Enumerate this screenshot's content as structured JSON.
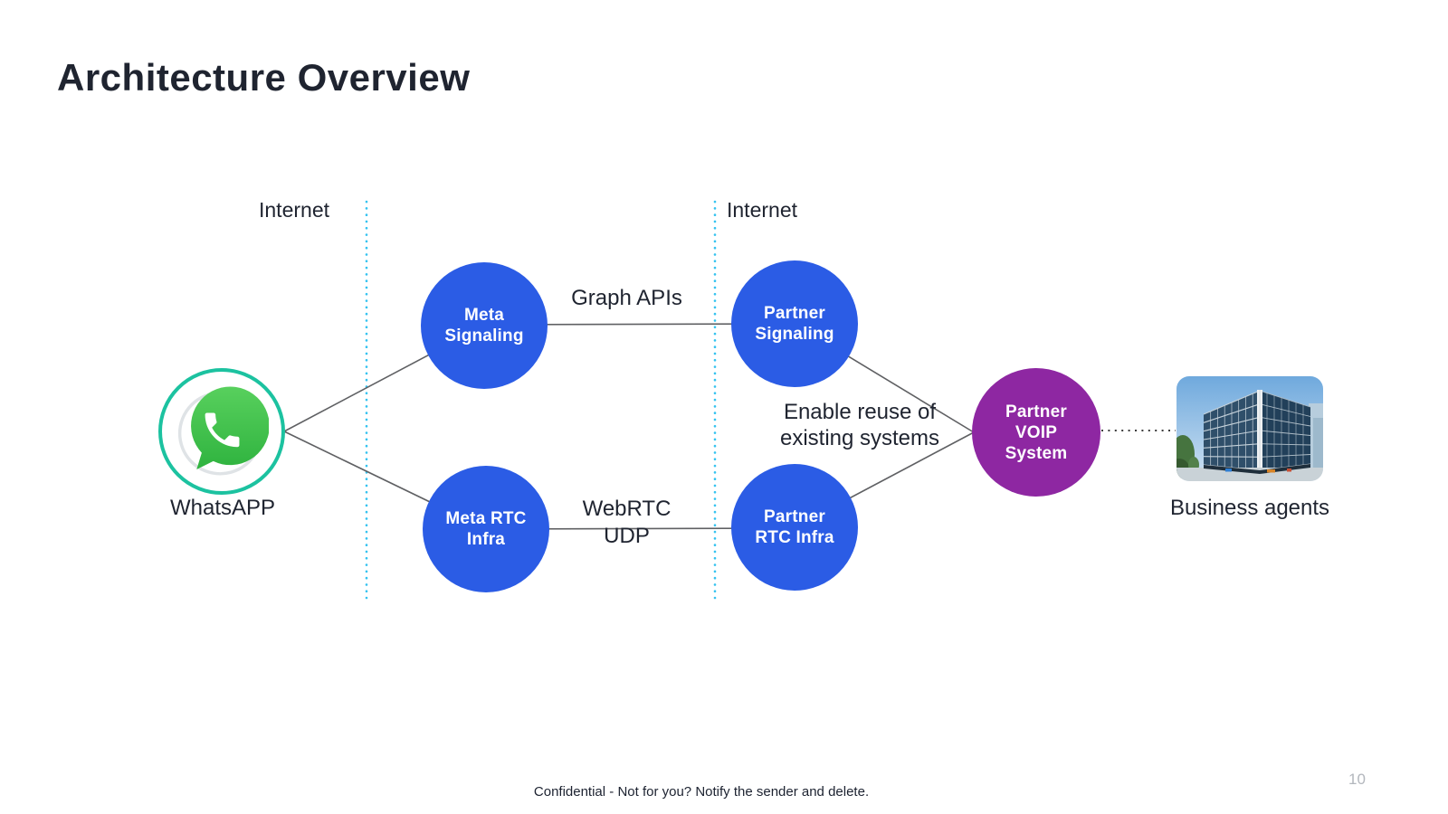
{
  "slide": {
    "title": "Architecture Overview",
    "footer": "Confidential - Not for you? Notify the sender and delete.",
    "page_number": "10"
  },
  "diagram": {
    "internet_left_label": "Internet",
    "internet_right_label": "Internet",
    "whatsapp_label": "WhatsAPP",
    "business_agents_label": "Business agents",
    "annotation": "Enable reuse of\nexisting systems",
    "nodes": {
      "meta_signaling": "Meta\nSignaling",
      "meta_rtc": "Meta RTC\nInfra",
      "partner_signaling": "Partner\nSignaling",
      "partner_rtc": "Partner\nRTC Infra",
      "partner_voip": "Partner\nVOIP\nSystem"
    },
    "edge_labels": {
      "graph_apis": "Graph APIs",
      "webrtc": "WebRTC",
      "udp": "UDP"
    },
    "icons": {
      "whatsapp_icon": "whatsapp-phone-in-green-bubble",
      "building_photo": "office-building-photo"
    }
  },
  "colors": {
    "node_blue": "#2b5ce5",
    "node_purple": "#8e27a2",
    "whatsapp_ring": "#1cc2a0",
    "whatsapp_green_top": "#58d05d",
    "whatsapp_green_bottom": "#2fb33f",
    "internet_dotted": "#35c3f0",
    "connector_gray": "#5f6063",
    "text_dark": "#1f2430",
    "page_number_gray": "#b3b7bd"
  }
}
